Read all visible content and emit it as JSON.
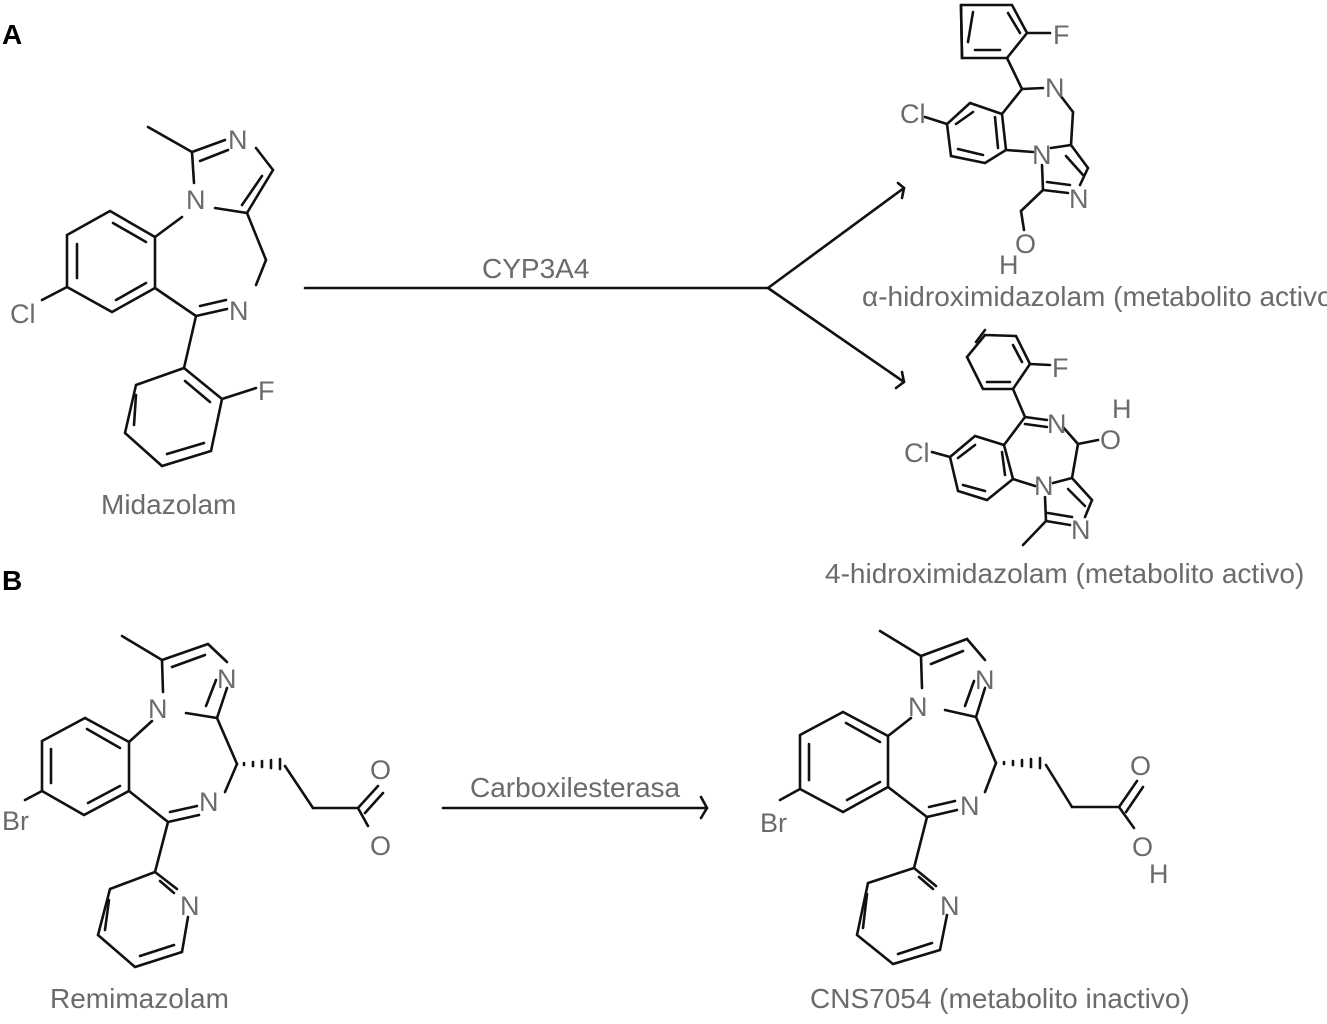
{
  "panels": [
    {
      "id": "A",
      "label": "A",
      "reactant": {
        "name": "Midazolam",
        "atoms": {
          "n_imine": "N",
          "n_imid": "N",
          "n_ring": "N",
          "cl": "Cl",
          "f": "F"
        }
      },
      "enzyme": "CYP3A4",
      "products": [
        {
          "name": "α-hidroximidazolam (metabolito activo)",
          "atoms": {
            "f": "F",
            "n_amine": "N",
            "cl": "Cl",
            "n_ring": "N",
            "n_imid": "N",
            "o": "O",
            "h": "H"
          }
        },
        {
          "name": "4-hidroximidazolam (metabolito activo)",
          "atoms": {
            "f": "F",
            "n_imine": "N",
            "h": "H",
            "o": "O",
            "cl": "Cl",
            "n_ring": "N",
            "n_imid": "N"
          }
        }
      ]
    },
    {
      "id": "B",
      "label": "B",
      "reactant": {
        "name": "Remimazolam",
        "atoms": {
          "n_imid": "N",
          "n_ring": "N",
          "n_imine": "N",
          "br": "Br",
          "n_pyr": "N",
          "o1": "O",
          "o2": "O"
        }
      },
      "enzyme": "Carboxilesterasa",
      "products": [
        {
          "name": "CNS7054 (metabolito inactivo)",
          "atoms": {
            "n_imid": "N",
            "n_ring": "N",
            "n_imine": "N",
            "br": "Br",
            "n_pyr": "N",
            "o1": "O",
            "o2": "O",
            "h": "H"
          }
        }
      ]
    }
  ]
}
